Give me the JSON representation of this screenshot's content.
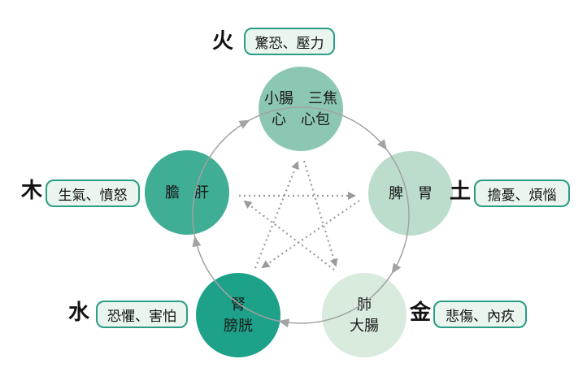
{
  "diagram": {
    "elements": [
      {
        "id": "fire",
        "char": "火",
        "emotion": "驚恐、壓力",
        "organs_line1": "小腸　三焦",
        "organs_line2": "心　心包",
        "circle_color": "#8cc7b3"
      },
      {
        "id": "wood",
        "char": "木",
        "emotion": "生氣、憤怒",
        "organs_line1": "膽　肝",
        "organs_line2": "",
        "circle_color": "#3fae94"
      },
      {
        "id": "earth",
        "char": "土",
        "emotion": "擔憂、煩惱",
        "organs_line1": "脾　胃",
        "organs_line2": "",
        "circle_color": "#bcdccc"
      },
      {
        "id": "water",
        "char": "水",
        "emotion": "恐懼、害怕",
        "organs_line1": "腎",
        "organs_line2": "膀胱",
        "circle_color": "#1da188"
      },
      {
        "id": "metal",
        "char": "金",
        "emotion": "悲傷、內疚",
        "organs_line1": "肺",
        "organs_line2": "大腸",
        "circle_color": "#d8ebdd"
      }
    ],
    "colors": {
      "arrow_gray": "#a3a3a3",
      "dot_gray": "#9a9a9a",
      "box_border": "#2a9d84",
      "box_fill": "#e9f5ee",
      "text": "#1a1a1a"
    }
  }
}
